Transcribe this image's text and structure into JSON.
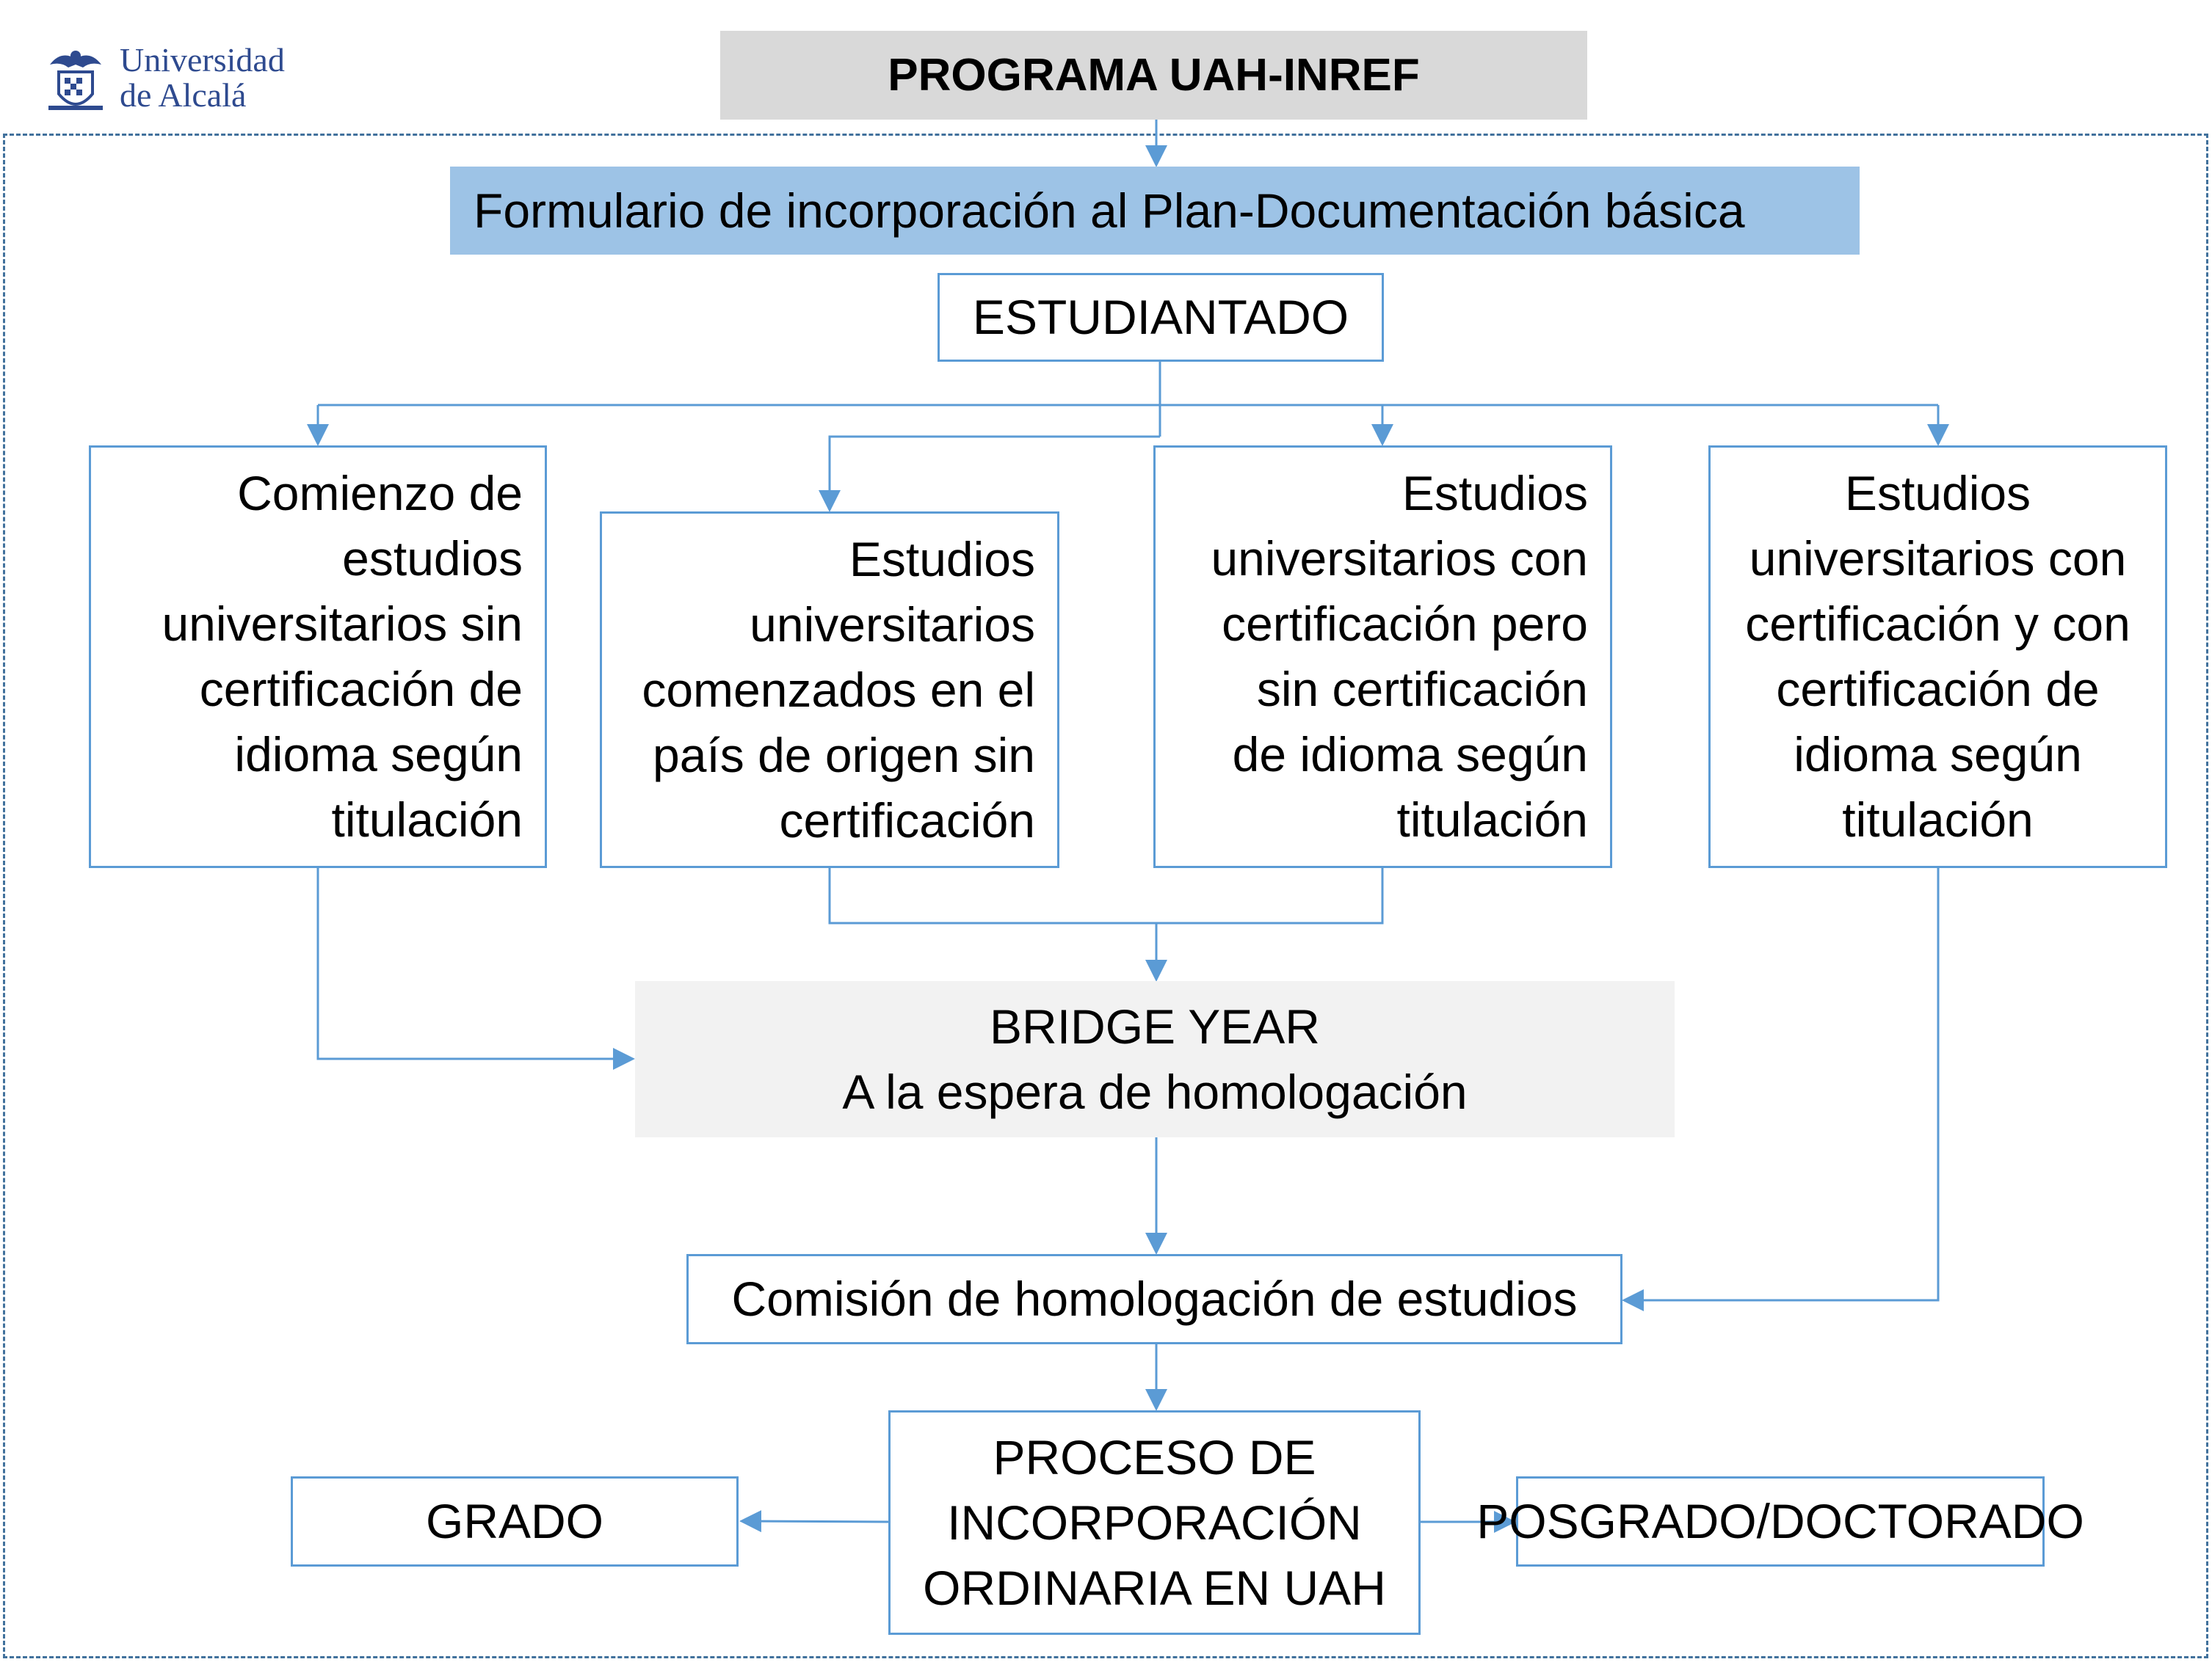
{
  "logo": {
    "text": "Universidad\nde Alcalá",
    "color": "#2e4a8f"
  },
  "title": "PROGRAMA UAH-INREF",
  "form_banner": "Formulario de incorporación al Plan-Documentación básica",
  "studentship": "ESTUDIANTADO",
  "categories": [
    "Comienzo de\nestudios\nuniversitarios sin\ncertificación de\nidioma según\ntitulación",
    "Estudios\nuniversitarios\ncomenzados en el\npaís de origen sin\ncertificación",
    "Estudios\nuniversitarios con\ncertificación pero\nsin certificación\nde idioma según\ntitulación",
    "Estudios\nuniversitarios con\ncertificación y con\ncertificación de\nidioma según\ntitulación"
  ],
  "bridge_year": {
    "line1": "BRIDGE YEAR",
    "line2": "A la espera de homologación"
  },
  "commission": "Comisión de homologación de estudios",
  "process": "PROCESO DE\nINCORPORACIÓN\nORDINARIA EN UAH",
  "outcomes": {
    "left": "GRADO",
    "right": "POSGRADO/DOCTORADO"
  },
  "colors": {
    "box_border": "#5b9bd5",
    "title_bg": "#d9d9d9",
    "banner_bg": "#9dc3e6",
    "bridge_bg": "#f2f2f2",
    "dashed_border": "#41719c"
  }
}
